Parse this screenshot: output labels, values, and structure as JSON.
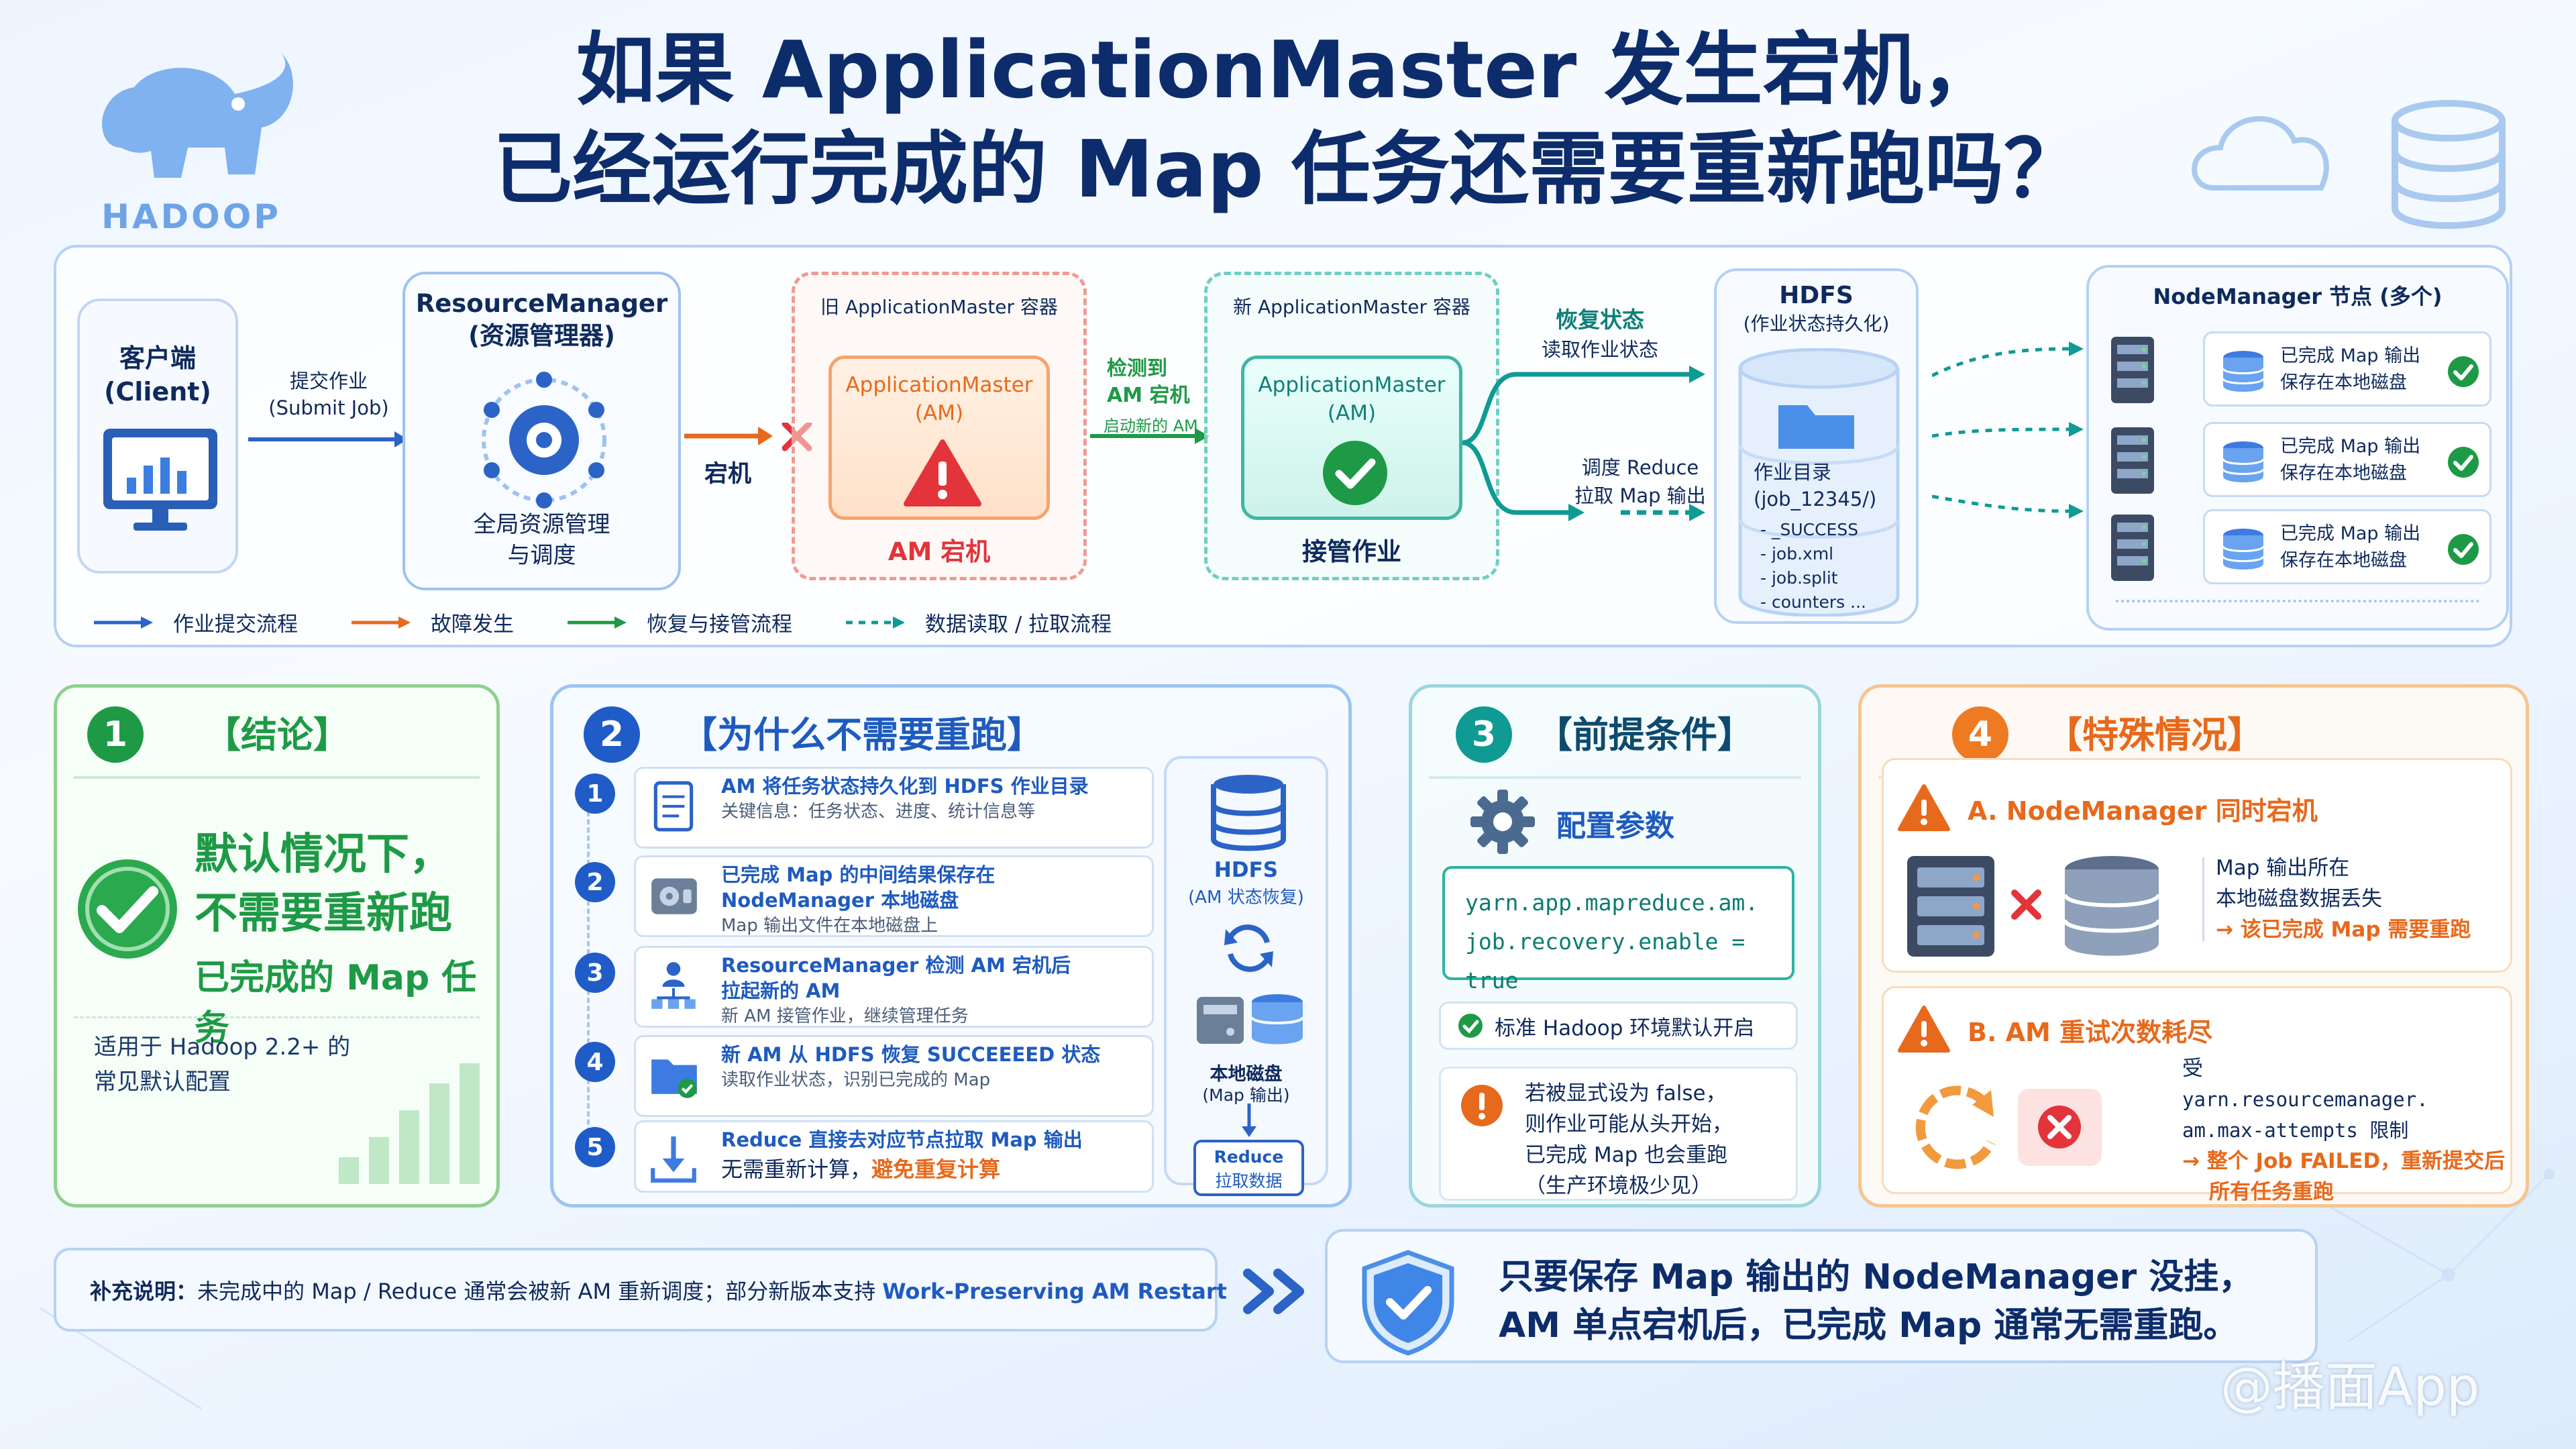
{
  "logo": {
    "text": "HADOOP"
  },
  "title": {
    "line1": "如果 ApplicationMaster 发生宕机，",
    "line2": "已经运行完成的 Map 任务还需要重新跑吗？"
  },
  "diagram": {
    "client": {
      "label1": "客户端",
      "label2": "(Client)"
    },
    "submit": {
      "label1": "提交作业",
      "label2": "(Submit Job)"
    },
    "rm": {
      "title1": "ResourceManager",
      "title2": "(资源管理器)",
      "desc1": "全局资源管理",
      "desc2": "与调度"
    },
    "crash_label": "宕机",
    "old_am": {
      "header": "旧 ApplicationMaster 容器",
      "name1": "ApplicationMaster",
      "name2": "(AM)",
      "status": "AM 宕机"
    },
    "detect": {
      "line1": "检测到",
      "line2": "AM 宕机",
      "line3": "启动新的 AM"
    },
    "new_am": {
      "header": "新 ApplicationMaster 容器",
      "name1": "ApplicationMaster",
      "name2": "(AM)",
      "status": "接管作业"
    },
    "restore": {
      "line1": "恢复状态",
      "line2": "读取作业状态"
    },
    "pull": {
      "line1": "调度 Reduce",
      "line2": "拉取 Map 输出"
    },
    "hdfs": {
      "title": "HDFS",
      "subtitle": "(作业状态持久化)",
      "dir1": "作业目录",
      "dir2": "(job_12345/)",
      "files": [
        "- _SUCCESS",
        "- job.xml",
        "- job.split",
        "- counters ..."
      ]
    },
    "nm": {
      "title": "NodeManager 节点 (多个)",
      "items": [
        {
          "line1": "已完成 Map 输出",
          "line2": "保存在本地磁盘"
        },
        {
          "line1": "已完成 Map 输出",
          "line2": "保存在本地磁盘"
        },
        {
          "line1": "已完成 Map 输出",
          "line2": "保存在本地磁盘"
        }
      ]
    },
    "legend": [
      "作业提交流程",
      "故障发生",
      "恢复与接管流程",
      "数据读取 / 拉取流程"
    ]
  },
  "s1": {
    "num": "1",
    "title": "【结论】",
    "line1": "默认情况下，",
    "line2": "不需要重新跑",
    "line3": "已完成的 Map 任务",
    "note1": "适用于 Hadoop 2.2+ 的",
    "note2": "常见默认配置"
  },
  "s2": {
    "num": "2",
    "title": "【为什么不需要重跑】",
    "items": [
      {
        "n": "1",
        "a": "AM 将任务状态持久化到 HDFS 作业目录",
        "b": "",
        "c": "关键信息：任务状态、进度、统计信息等"
      },
      {
        "n": "2",
        "a": "已完成 Map 的中间结果保存在",
        "b": "NodeManager 本地磁盘",
        "c": "Map 输出文件在本地磁盘上"
      },
      {
        "n": "3",
        "a": "ResourceManager 检测 AM 宕机后",
        "b": "拉起新的 AM",
        "c": "新 AM 接管作业，继续管理任务"
      },
      {
        "n": "4",
        "a": "新 AM 从 HDFS 恢复 SUCCEEEED 状态",
        "b": "",
        "c": "读取作业状态，识别已完成的 Map"
      },
      {
        "n": "5",
        "a": "Reduce 直接去对应节点拉取 Map 输出",
        "b": "",
        "c": "无需重新计算，"
      }
    ],
    "item5_highlight": "避免重复计算",
    "side": {
      "hdfs": "HDFS",
      "hdfs_sub": "(AM 状态恢复)",
      "disk": "本地磁盘",
      "disk_sub": "(Map 输出)",
      "reduce1": "Reduce",
      "reduce2": "拉取数据"
    }
  },
  "s3": {
    "num": "3",
    "title": "【前提条件】",
    "config_title": "配置参数",
    "code1": "yarn.app.mapreduce.am.",
    "code2": "job.recovery.enable = true",
    "default_note": "标准 Hadoop 环境默认开启",
    "warn": [
      "若被显式设为 false，",
      "则作业可能从头开始，",
      "已完成 Map 也会重跑",
      "（生产环境极少见）"
    ]
  },
  "s4": {
    "num": "4",
    "title": "【特殊情况】",
    "a": {
      "title": "A. NodeManager 同时宕机",
      "l1": "Map 输出所在",
      "l2": "本地磁盘数据丢失",
      "l3": "→ 该已完成 Map 需要重跑"
    },
    "b": {
      "title": "B. AM 重试次数耗尽",
      "l1": "受",
      "l2": "yarn.resourcemanager.",
      "l3": "am.max-attempts 限制",
      "l4": "→ 整个 Job FAILED，重新提交后",
      "l5": "所有任务重跑"
    }
  },
  "note": {
    "label": "补充说明：",
    "text": "未完成中的 Map / Reduce 通常会被新 AM 重新调度；部分新版本支持",
    "em": "Work-Preserving AM Restart"
  },
  "summary": {
    "line1": "只要保存 Map 输出的 NodeManager 没挂，",
    "line2": "AM 单点宕机后，已完成 Map 通常无需重跑。"
  },
  "watermark": "@播面App",
  "colors": {
    "blue": "#1e5bbf",
    "green": "#1e9a46",
    "orange": "#e7691c",
    "red": "#e2343a",
    "teal": "#0f9a94"
  }
}
